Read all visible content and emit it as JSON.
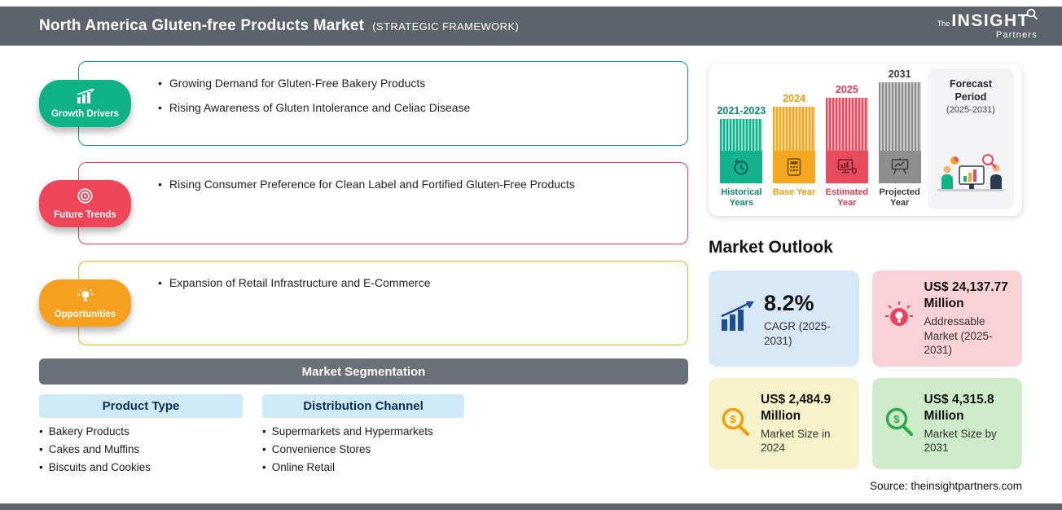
{
  "header": {
    "title": "North America Gluten-free Products Market",
    "subtitle": "(STRATEGIC FRAMEWORK)",
    "logo": {
      "the": "The",
      "name": "INSIGHT",
      "partners": "Partners"
    }
  },
  "framework": {
    "sections": [
      {
        "label": "Growth Drivers",
        "icon": "growth-chart-icon",
        "color": "#0fb287",
        "border": "#0d9b86",
        "bullets": [
          "Growing Demand for Gluten-Free Bakery Products",
          "Rising Awareness of Gluten Intolerance and Celiac Disease"
        ]
      },
      {
        "label": "Future Trends",
        "icon": "target-icon",
        "color": "#ee4658",
        "border": "#e8465c",
        "bullets": [
          "Rising Consumer Preference for Clean Label and Fortified Gluten-Free Products"
        ]
      },
      {
        "label": "Opportunities",
        "icon": "lightbulb-icon",
        "color": "#f6a01f",
        "border": "#e7b40f",
        "bullets": [
          "Expansion of Retail Infrastructure and E-Commerce"
        ]
      }
    ]
  },
  "segmentation": {
    "title": "Market Segmentation",
    "columns": [
      {
        "title": "Product Type",
        "items": [
          "Bakery Products",
          "Cakes and Muffins",
          "Biscuits and Cookies"
        ]
      },
      {
        "title": "Distribution Channel",
        "items": [
          "Supermarkets and Hypermarkets",
          "Convenience Stores",
          "Online Retail"
        ]
      }
    ]
  },
  "timeline": {
    "bars": [
      {
        "year": "2021-2023",
        "caption": "Historical Years",
        "icon": "history-icon",
        "color": "#12b38c"
      },
      {
        "year": "2024",
        "caption": "Base Year",
        "icon": "calculator-icon",
        "color": "#f5a81f"
      },
      {
        "year": "2025",
        "caption": "Estimated Year",
        "icon": "computer-icon",
        "color": "#e84a5e"
      },
      {
        "year": "2031",
        "caption": "Projected Year",
        "icon": "projector-icon",
        "color": "#8e8e8e"
      }
    ],
    "forecast": {
      "title": "Forecast Period",
      "range": "(2025-2031)"
    }
  },
  "outlook": {
    "heading": "Market Outlook",
    "cards": [
      {
        "value": "8.2%",
        "caption": "CAGR (2025-2031)",
        "icon": "growth-chart-icon",
        "bg": "#d8e8f6"
      },
      {
        "value": "US$ 24,137.77 Million",
        "caption": "Addressable Market (2025-2031)",
        "icon": "lightbulb-icon",
        "bg": "#f8d2d8"
      },
      {
        "value": "US$ 2,484.9 Million",
        "caption": "Market Size in 2024",
        "icon": "magnifier-dollar-icon",
        "bg": "#f6f2ca"
      },
      {
        "value": "US$ 4,315.8 Million",
        "caption": "Market Size by 2031",
        "icon": "magnifier-dollar-icon",
        "bg": "#cdebc9"
      }
    ]
  },
  "source": "Source: theinsightpartners.com"
}
